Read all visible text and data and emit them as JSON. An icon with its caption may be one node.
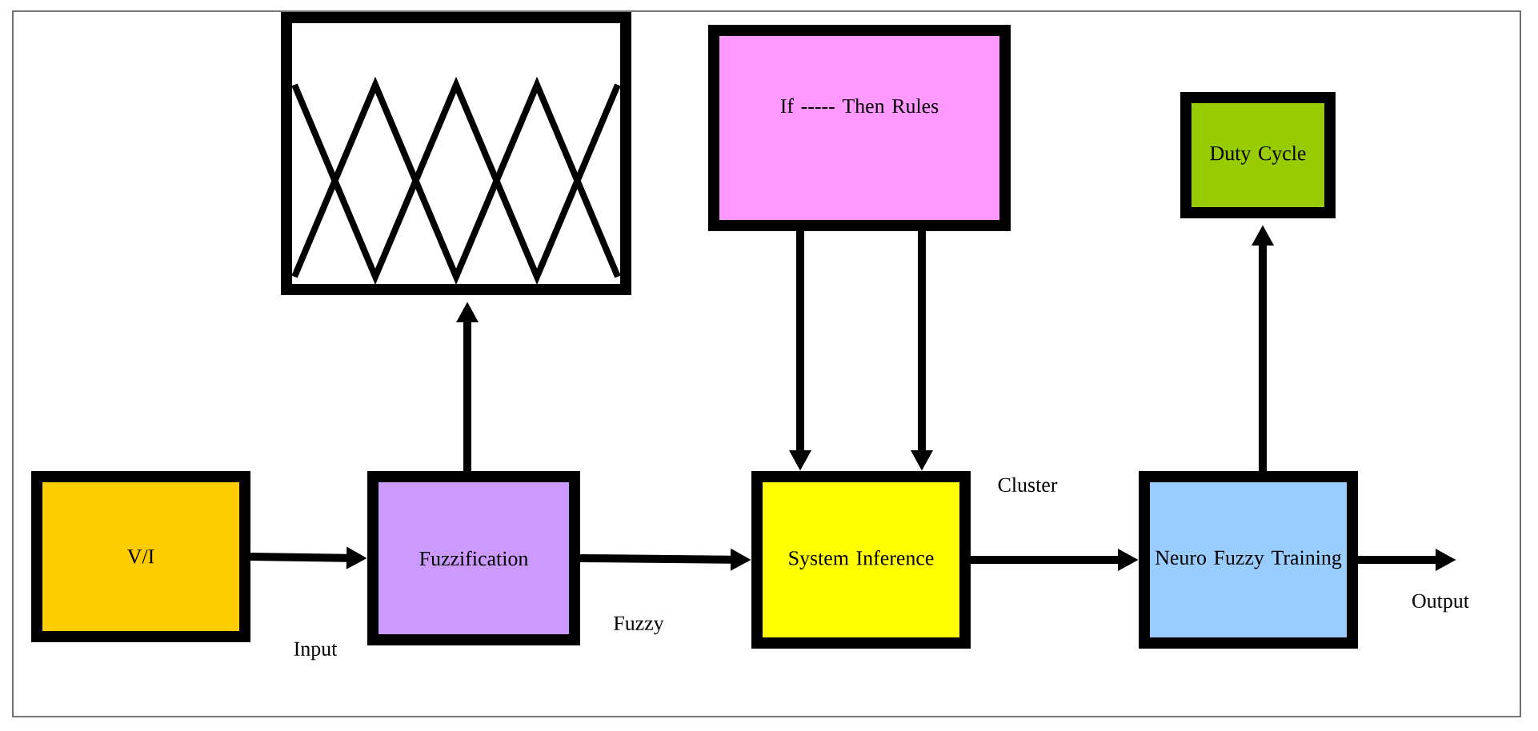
{
  "diagram": {
    "nodes": [
      {
        "text": [
          "V/I"
        ]
      },
      {
        "text": [
          "Fuzzification"
        ]
      },
      {
        "text": [],
        "shape": "picture"
      },
      {
        "text": [
          "If ----- Then Rules"
        ]
      },
      {
        "text": [
          "System Inference"
        ]
      },
      {
        "text": [
          "Duty Cycle"
        ]
      },
      {
        "text": [
          "Neuro Fuzzy Training"
        ]
      }
    ],
    "edges": [
      {
        "from": 0,
        "to": 1,
        "arrow": "to",
        "label": "Input"
      },
      {
        "from": 1,
        "to": 2,
        "arrow": "to"
      },
      {
        "from": 3,
        "to": 4,
        "arrow": "to"
      },
      {
        "from": 3,
        "to": 4,
        "arrow": "to"
      },
      {
        "from": 1,
        "to": 4,
        "arrow": "to",
        "label": "Fuzzy"
      },
      {
        "from": 4,
        "to": 6,
        "arrow": "to",
        "label": "Cluster"
      },
      {
        "from": 6,
        "to": 5,
        "arrow": "to"
      },
      {
        "from": 6,
        "to": null,
        "arrow": "to",
        "label": "Output"
      }
    ]
  }
}
